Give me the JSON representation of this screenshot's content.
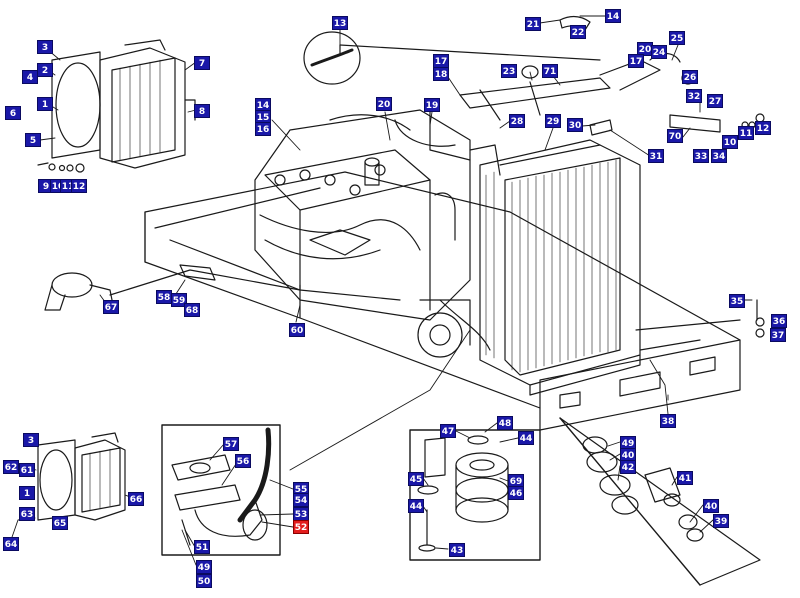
{
  "colors": {
    "callout_bg": "#1a18a8",
    "callout_highlight_bg": "#e31d1d",
    "callout_text": "#ffffff",
    "line_art": "#1a1a1a"
  },
  "callouts": [
    {
      "id": "c13a",
      "label": "13"
    },
    {
      "id": "c21",
      "label": "21"
    },
    {
      "id": "c14a",
      "label": "14"
    },
    {
      "id": "c22",
      "label": "22"
    },
    {
      "id": "c25",
      "label": "25"
    },
    {
      "id": "c20a",
      "label": "20"
    },
    {
      "id": "c24",
      "label": "24"
    },
    {
      "id": "c17a",
      "label": "17"
    },
    {
      "id": "c18a",
      "label": "18"
    },
    {
      "id": "c23",
      "label": "23"
    },
    {
      "id": "c71",
      "label": "71"
    },
    {
      "id": "c17b",
      "label": "17"
    },
    {
      "id": "c26",
      "label": "26"
    },
    {
      "id": "c32",
      "label": "32"
    },
    {
      "id": "c27",
      "label": "27"
    },
    {
      "id": "c3a",
      "label": "3"
    },
    {
      "id": "c2",
      "label": "2"
    },
    {
      "id": "c4",
      "label": "4"
    },
    {
      "id": "c1a",
      "label": "1"
    },
    {
      "id": "c6",
      "label": "6"
    },
    {
      "id": "c5",
      "label": "5"
    },
    {
      "id": "c7",
      "label": "7"
    },
    {
      "id": "c8",
      "label": "8"
    },
    {
      "id": "c14b",
      "label": "14"
    },
    {
      "id": "c15",
      "label": "15"
    },
    {
      "id": "c16",
      "label": "16"
    },
    {
      "id": "c20b",
      "label": "20"
    },
    {
      "id": "c19",
      "label": "19"
    },
    {
      "id": "c28",
      "label": "28"
    },
    {
      "id": "c29",
      "label": "29"
    },
    {
      "id": "c30",
      "label": "30"
    },
    {
      "id": "c70",
      "label": "70"
    },
    {
      "id": "c10a",
      "label": "10"
    },
    {
      "id": "c11a",
      "label": "11"
    },
    {
      "id": "c12a",
      "label": "12"
    },
    {
      "id": "c33",
      "label": "33"
    },
    {
      "id": "c34",
      "label": "34"
    },
    {
      "id": "c31",
      "label": "31"
    },
    {
      "id": "c9",
      "label": "9"
    },
    {
      "id": "c10b",
      "label": "10"
    },
    {
      "id": "c11b",
      "label": "11"
    },
    {
      "id": "c12b",
      "label": "12"
    },
    {
      "id": "c67",
      "label": "67"
    },
    {
      "id": "c58",
      "label": "58"
    },
    {
      "id": "c59",
      "label": "59"
    },
    {
      "id": "c68",
      "label": "68"
    },
    {
      "id": "c60",
      "label": "60"
    },
    {
      "id": "c35",
      "label": "35"
    },
    {
      "id": "c36",
      "label": "36"
    },
    {
      "id": "c37",
      "label": "37"
    },
    {
      "id": "c38",
      "label": "38"
    },
    {
      "id": "c3b",
      "label": "3"
    },
    {
      "id": "c62",
      "label": "62"
    },
    {
      "id": "c61",
      "label": "61"
    },
    {
      "id": "c1b",
      "label": "1"
    },
    {
      "id": "c63",
      "label": "63"
    },
    {
      "id": "c65",
      "label": "65"
    },
    {
      "id": "c66",
      "label": "66"
    },
    {
      "id": "c64",
      "label": "64"
    },
    {
      "id": "c57",
      "label": "57"
    },
    {
      "id": "c56",
      "label": "56"
    },
    {
      "id": "c55",
      "label": "55"
    },
    {
      "id": "c54",
      "label": "54"
    },
    {
      "id": "c53",
      "label": "53"
    },
    {
      "id": "c52",
      "label": "52",
      "highlight": true
    },
    {
      "id": "c51",
      "label": "51"
    },
    {
      "id": "c49a",
      "label": "49"
    },
    {
      "id": "c50",
      "label": "50"
    },
    {
      "id": "c47",
      "label": "47"
    },
    {
      "id": "c48",
      "label": "48"
    },
    {
      "id": "c44a",
      "label": "44"
    },
    {
      "id": "c45",
      "label": "45"
    },
    {
      "id": "c69",
      "label": "69"
    },
    {
      "id": "c46",
      "label": "46"
    },
    {
      "id": "c44b",
      "label": "44"
    },
    {
      "id": "c43",
      "label": "43"
    },
    {
      "id": "c49b",
      "label": "49"
    },
    {
      "id": "c40a",
      "label": "40"
    },
    {
      "id": "c42",
      "label": "42"
    },
    {
      "id": "c41",
      "label": "41"
    },
    {
      "id": "c40b",
      "label": "40"
    },
    {
      "id": "c39",
      "label": "39"
    }
  ]
}
